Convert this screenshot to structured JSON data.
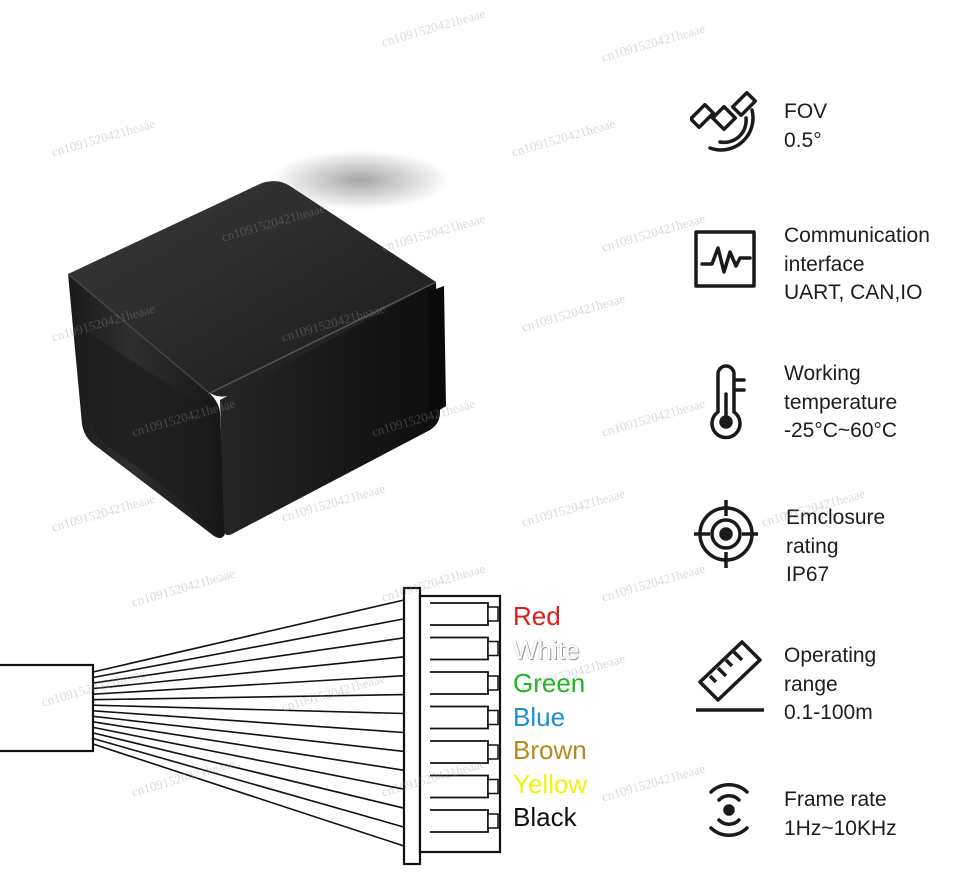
{
  "specs": [
    {
      "icon": "satellite-icon",
      "lines": [
        "FOV",
        "0.5°"
      ]
    },
    {
      "icon": "pulse-monitor-icon",
      "lines": [
        "Communication",
        "interface",
        "UART, CAN,IO"
      ]
    },
    {
      "icon": "thermometer-icon",
      "lines": [
        "Working",
        "temperature",
        "-25°C~60°C"
      ]
    },
    {
      "icon": "target-icon",
      "lines": [
        "Emclosure",
        "rating",
        "IP67"
      ]
    },
    {
      "icon": "ruler-icon",
      "lines": [
        "Operating",
        "range",
        "0.1-100m"
      ]
    },
    {
      "icon": "wireless-icon",
      "lines": [
        "Frame rate",
        "1Hz~10KHz"
      ]
    }
  ],
  "wires": [
    {
      "label": "Red",
      "color": "#e01b1b"
    },
    {
      "label": "White",
      "color": "#ffffff"
    },
    {
      "label": "Green",
      "color": "#1fb51f"
    },
    {
      "label": "Blue",
      "color": "#1e8fd6"
    },
    {
      "label": "Brown",
      "color": "#b58a1a"
    },
    {
      "label": "Yellow",
      "color": "#f2f20c"
    },
    {
      "label": "Black",
      "color": "#111111"
    }
  ],
  "watermark": "cn1091520421heaae"
}
